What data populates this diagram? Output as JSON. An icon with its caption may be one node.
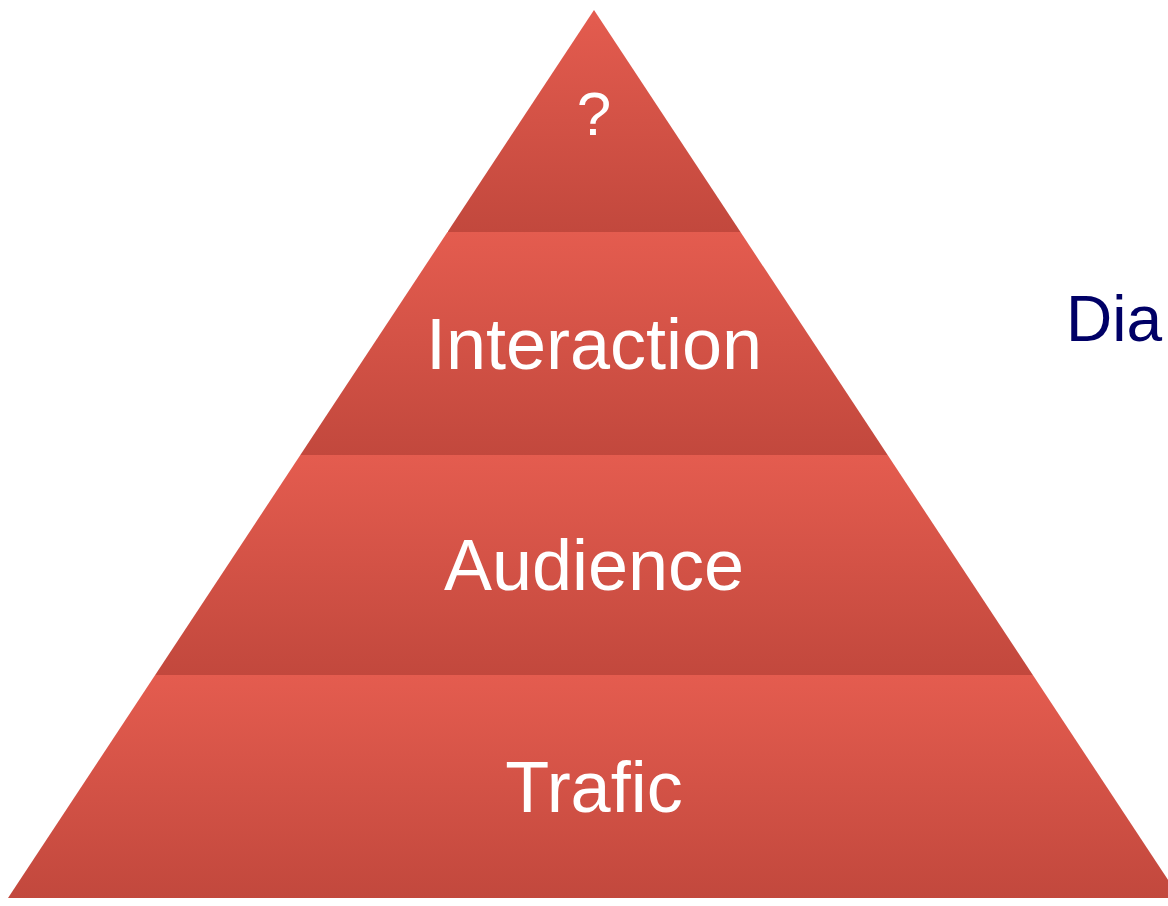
{
  "diagram": {
    "nodes": [
      {
        "text": [
          "?"
        ]
      },
      {
        "text": [
          "Interaction"
        ]
      },
      {
        "text": [
          "Audience"
        ]
      },
      {
        "text": [
          "Trafic"
        ]
      }
    ],
    "labels": [
      "Dia"
    ]
  }
}
